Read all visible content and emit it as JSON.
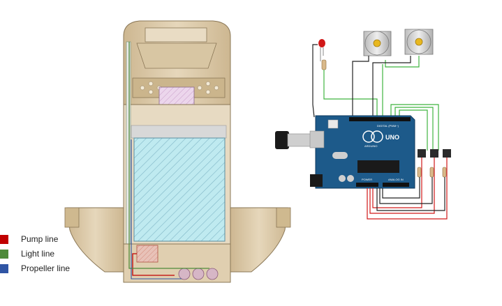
{
  "legend": {
    "items": [
      {
        "label": "Pump line",
        "color": "#c00000"
      },
      {
        "label": "Light line",
        "color": "#4e8a3a"
      },
      {
        "label": "Propeller line",
        "color": "#2f55a4"
      }
    ]
  },
  "board": {
    "brand": "UNO",
    "sub": "ARDUINO",
    "digital_label": "DIGITAL (PWM~)",
    "analog_label": "ANALOG IN",
    "power_label": "POWER"
  },
  "colors": {
    "board": "#1d5a8a",
    "wire_green": "#3fb33f",
    "wire_red": "#d01818",
    "wire_black": "#222222",
    "tank_water": "#bfeaf0",
    "housing": "#d9c7a6"
  }
}
